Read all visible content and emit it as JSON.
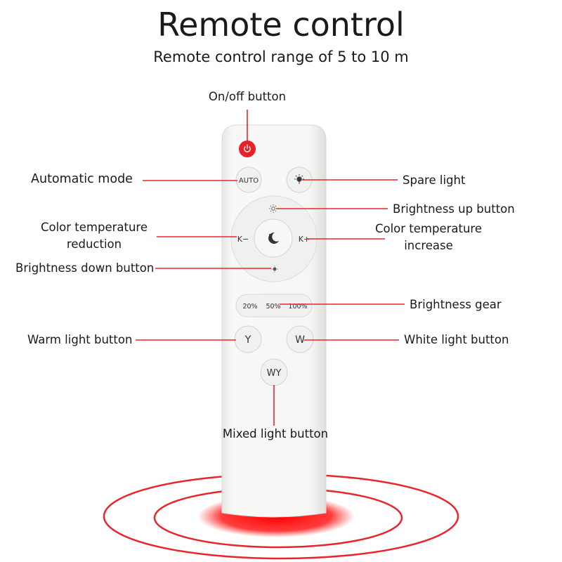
{
  "title": "Remote control",
  "subtitle": "Remote control range of 5 to 10 m",
  "colors": {
    "line": "#e8262a",
    "power": "#e82228",
    "remote_body": "#f6f6f4",
    "button": "#f1f1ef",
    "text": "#1a1a1a"
  },
  "remote": {
    "auto_label": "AUTO",
    "k_minus": "K−",
    "k_plus": "K+",
    "pct_20": "20%",
    "pct_50": "50%",
    "pct_100": "100%",
    "y_label": "Y",
    "w_label": "W",
    "wy_label": "WY",
    "power_icon": "power-icon",
    "spare_light_icon": "bulb-icon",
    "brightness_icon": "sun-icon",
    "night_icon": "moon-icon"
  },
  "annotations": {
    "on_off": "On/off button",
    "automatic_mode": "Automatic mode",
    "spare_light": "Spare light",
    "brightness_up": "Brightness up button",
    "color_temp_reduction_line1": "Color temperature",
    "color_temp_reduction_line2": "reduction",
    "color_temp_increase_line1": "Color temperature",
    "color_temp_increase_line2": "increase",
    "brightness_down": "Brightness down button",
    "brightness_gear": "Brightness gear",
    "warm_light": "Warm light button",
    "white_light": "White light button",
    "mixed_light": "Mixed light button"
  }
}
